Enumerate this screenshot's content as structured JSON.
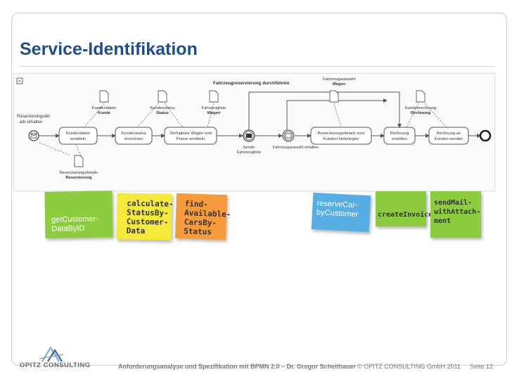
{
  "slide": {
    "title": "Service-Identifikation"
  },
  "diagram": {
    "pool_label": "Fahrzeugreservierung durchführen",
    "start_event": [
      "Reservierungsdet",
      "ails erhalten"
    ],
    "data_objects": {
      "kundendaten": [
        "Kundendaten",
        "Kunde"
      ],
      "kundenstatus": [
        "Kundenstatus",
        "Status"
      ],
      "fahrzeugliste": [
        "Fahrzeugliste",
        "Wagen"
      ],
      "fahrzeugauswahl": [
        "Fahrzeugauswahl",
        "Wagen"
      ],
      "kundenrechnung": [
        "Kundenrechnung",
        "Rechnung"
      ],
      "reservierungsdetails": [
        "Reservierungsdetails",
        "Reservierung"
      ]
    },
    "tasks": {
      "kundendaten_ermitteln": [
        "Kundendaten",
        "ermitteln"
      ],
      "kundenstatus_errechnen": [
        "Kundenstatus",
        "errechnen"
      ],
      "wagen_preise": [
        "Verfügbare Wagen und",
        "Preise ermitteln"
      ],
      "reservierung_hinterlegen": [
        "Reservierungsdetails zum",
        "Kunden hinterlegen"
      ],
      "rechnung_erstellen": [
        "Rechnung",
        "erstellen"
      ],
      "rechnung_senden": [
        "Rechnung an",
        "Kunden senden"
      ]
    },
    "send_event": [
      "Sende",
      "Fahrzeugliste"
    ],
    "receive_event_label": "Fahrzeugauswahl erhalten"
  },
  "services": {
    "get_customer": "getCustomer-\nDataByID",
    "calculate_status": "calculate-\nStatusBy-\nCustomer-\nData",
    "find_cars": "find-\nAvailable-\nCarsBy-\nStatus",
    "reserve_car": "reserveCar-\nbyCustomer",
    "create_invoice": "createInvoice",
    "send_mail": "sendMail-\nwithAttach-\nment"
  },
  "footer": {
    "logo": "OPITZ CONSULTING",
    "presentation": "Anforderungsanalyse und Spezifikation mit BPMN 2.0 – Dr. Gregor Scheithauer",
    "copyright": "© OPITZ CONSULTING GmbH 2011",
    "page": "Seite 12"
  },
  "colors": {
    "title": "#1f4e8c",
    "green_note": "#8dcb3f",
    "yellow_note": "#f5e93e",
    "orange_note": "#f59b3c",
    "blue_note": "#57aee2"
  }
}
